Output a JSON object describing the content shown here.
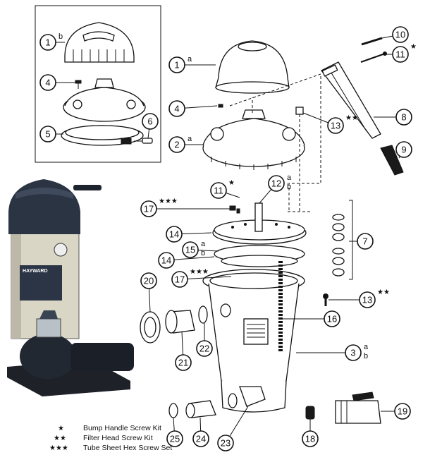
{
  "callouts": [
    {
      "num": "1",
      "sub": "b",
      "stars": ""
    },
    {
      "num": "4",
      "sub": "",
      "stars": ""
    },
    {
      "num": "5",
      "sub": "",
      "stars": ""
    },
    {
      "num": "6",
      "sub": "",
      "stars": ""
    },
    {
      "num": "1",
      "sub": "a",
      "stars": ""
    },
    {
      "num": "4",
      "sub": "",
      "stars": ""
    },
    {
      "num": "2",
      "sub": "a",
      "stars": ""
    },
    {
      "num": "10",
      "sub": "",
      "stars": ""
    },
    {
      "num": "11",
      "sub": "",
      "stars": "★"
    },
    {
      "num": "8",
      "sub": "",
      "stars": ""
    },
    {
      "num": "9",
      "sub": "",
      "stars": ""
    },
    {
      "num": "13",
      "sub": "",
      "stars": "★★"
    },
    {
      "num": "11",
      "sub": "",
      "stars": "★"
    },
    {
      "num": "12",
      "sub": "a b",
      "stars": ""
    },
    {
      "num": "17",
      "sub": "",
      "stars": "★★★"
    },
    {
      "num": "14",
      "sub": "",
      "stars": ""
    },
    {
      "num": "7",
      "sub": "",
      "stars": ""
    },
    {
      "num": "15",
      "sub": "a b",
      "stars": ""
    },
    {
      "num": "14",
      "sub": "",
      "stars": ""
    },
    {
      "num": "17",
      "sub": "",
      "stars": "★★★"
    },
    {
      "num": "20",
      "sub": "",
      "stars": ""
    },
    {
      "num": "13",
      "sub": "",
      "stars": "★★"
    },
    {
      "num": "16",
      "sub": "",
      "stars": ""
    },
    {
      "num": "22",
      "sub": "",
      "stars": ""
    },
    {
      "num": "21",
      "sub": "",
      "stars": ""
    },
    {
      "num": "3",
      "sub": "a b",
      "stars": ""
    },
    {
      "num": "19",
      "sub": "",
      "stars": ""
    },
    {
      "num": "25",
      "sub": "",
      "stars": ""
    },
    {
      "num": "24",
      "sub": "",
      "stars": ""
    },
    {
      "num": "23",
      "sub": "",
      "stars": ""
    },
    {
      "num": "18",
      "sub": "",
      "stars": ""
    }
  ],
  "legend": [
    {
      "stars": "★",
      "label": "Bump Handle Screw Kit"
    },
    {
      "stars": "★★",
      "label": "Filter Head Screw Kit"
    },
    {
      "stars": "★★★",
      "label": "Tube Sheet Hex Screw Set"
    }
  ],
  "brand": "HAYWARD"
}
